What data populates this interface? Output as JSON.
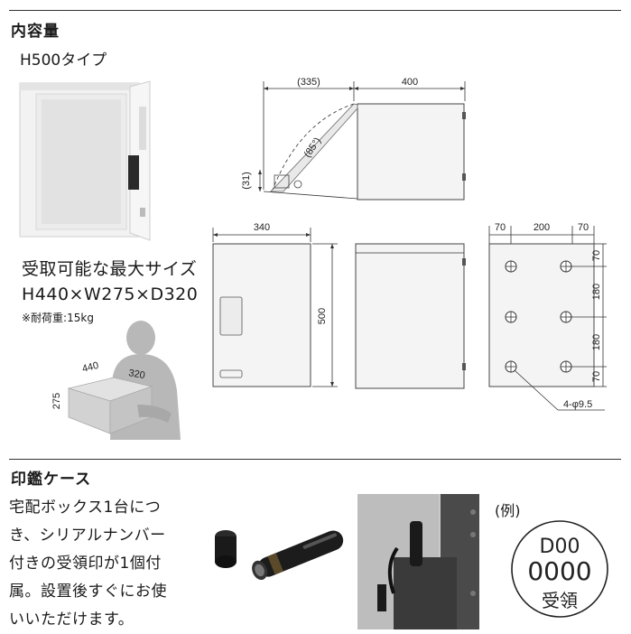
{
  "section1": {
    "title": "内容量",
    "subtitle": "H500タイプ",
    "capacity_title": "受取可能な最大サイズ",
    "capacity_dims": "H440×W275×D320",
    "load_note": "※耐荷重:15kg",
    "box_labels": {
      "width": "440",
      "depth": "320",
      "height": "275"
    }
  },
  "side_view": {
    "dim_open": "(335)",
    "dim_depth": "400",
    "angle": "(85°)",
    "dim_offset": "(31)"
  },
  "front_view": {
    "width": "340",
    "height": "500"
  },
  "back_view": {
    "top_dims": [
      "70",
      "200",
      "70"
    ],
    "right_dims": [
      "70",
      "180",
      "180",
      "70"
    ],
    "hole_label": "4-φ9.5"
  },
  "section2": {
    "title": "印鑑ケース",
    "description_lines": [
      "宅配ボックス1台につ",
      "き、シリアルナンバー",
      "付きの受領印が1個付",
      "属。設置後すぐにお使",
      "いいただけます。"
    ],
    "example_label": "(例)",
    "stamp": {
      "line1": "D00",
      "line2": "0000",
      "line3": "受領"
    }
  }
}
